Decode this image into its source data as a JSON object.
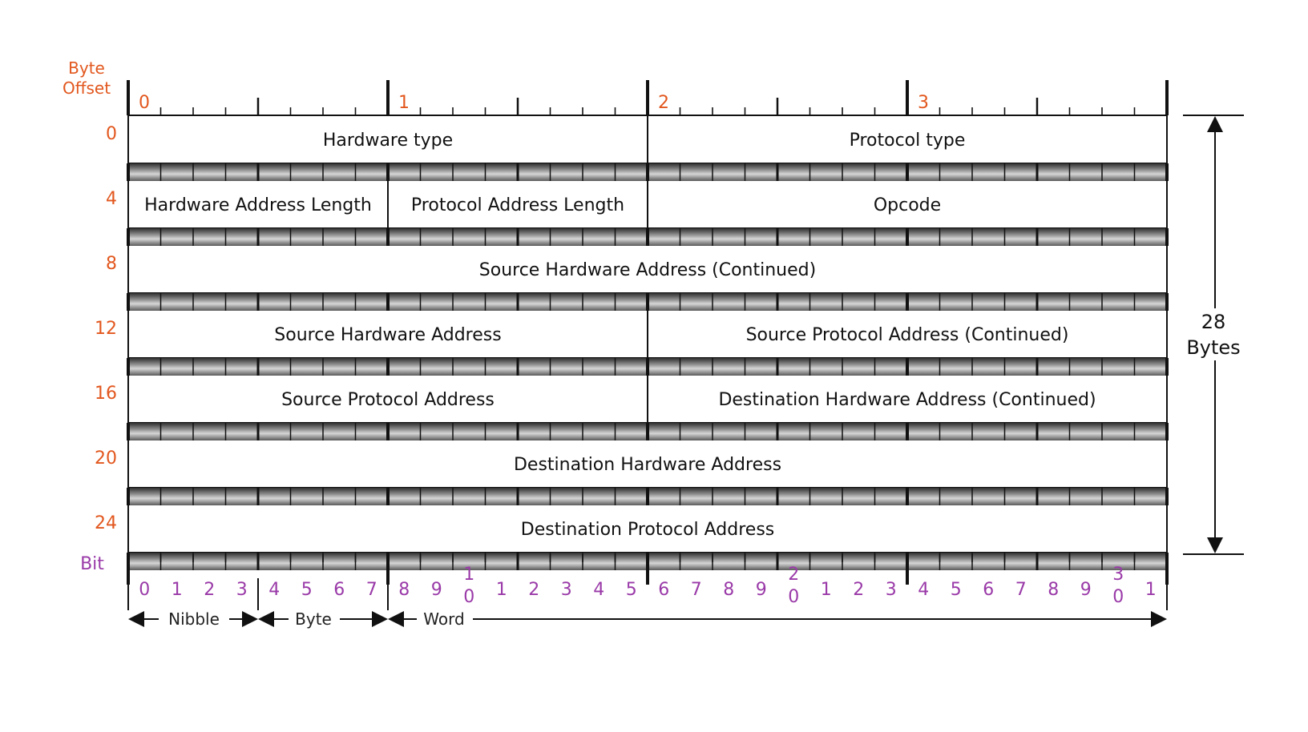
{
  "colors": {
    "offset": "#e2571e",
    "bit": "#9a3aa8",
    "line": "#111111",
    "separator_dark": "#3a3a3a",
    "separator_light": "#c8c8c8"
  },
  "header": {
    "byte_offset_line1": "Byte",
    "byte_offset_line2": "Offset",
    "byte_labels": [
      "0",
      "1",
      "2",
      "3"
    ]
  },
  "rows": [
    {
      "offset": "0",
      "fields": [
        {
          "label": "Hardware type",
          "bits": 16
        },
        {
          "label": "Protocol type",
          "bits": 16
        }
      ]
    },
    {
      "offset": "4",
      "fields": [
        {
          "label": "Hardware Address Length",
          "bits": 8
        },
        {
          "label": "Protocol Address Length",
          "bits": 8
        },
        {
          "label": "Opcode",
          "bits": 16
        }
      ]
    },
    {
      "offset": "8",
      "fields": [
        {
          "label": "Source Hardware Address (Continued)",
          "bits": 32
        }
      ]
    },
    {
      "offset": "12",
      "fields": [
        {
          "label": "Source Hardware Address",
          "bits": 16
        },
        {
          "label": "Source Protocol Address (Continued)",
          "bits": 16
        }
      ]
    },
    {
      "offset": "16",
      "fields": [
        {
          "label": "Source Protocol Address",
          "bits": 16
        },
        {
          "label": "Destination Hardware Address (Continued)",
          "bits": 16
        }
      ]
    },
    {
      "offset": "20",
      "fields": [
        {
          "label": "Destination Hardware Address",
          "bits": 32
        }
      ]
    },
    {
      "offset": "24",
      "fields": [
        {
          "label": "Destination Protocol Address",
          "bits": 32
        }
      ]
    }
  ],
  "footer": {
    "bit_label": "Bit",
    "bit_numbers": [
      {
        "top": "",
        "bottom": "0"
      },
      {
        "top": "",
        "bottom": "1"
      },
      {
        "top": "",
        "bottom": "2"
      },
      {
        "top": "",
        "bottom": "3"
      },
      {
        "top": "",
        "bottom": "4"
      },
      {
        "top": "",
        "bottom": "5"
      },
      {
        "top": "",
        "bottom": "6"
      },
      {
        "top": "",
        "bottom": "7"
      },
      {
        "top": "",
        "bottom": "8"
      },
      {
        "top": "",
        "bottom": "9"
      },
      {
        "top": "1",
        "bottom": "0"
      },
      {
        "top": "",
        "bottom": "1"
      },
      {
        "top": "",
        "bottom": "2"
      },
      {
        "top": "",
        "bottom": "3"
      },
      {
        "top": "",
        "bottom": "4"
      },
      {
        "top": "",
        "bottom": "5"
      },
      {
        "top": "",
        "bottom": "6"
      },
      {
        "top": "",
        "bottom": "7"
      },
      {
        "top": "",
        "bottom": "8"
      },
      {
        "top": "",
        "bottom": "9"
      },
      {
        "top": "2",
        "bottom": "0"
      },
      {
        "top": "",
        "bottom": "1"
      },
      {
        "top": "",
        "bottom": "2"
      },
      {
        "top": "",
        "bottom": "3"
      },
      {
        "top": "",
        "bottom": "4"
      },
      {
        "top": "",
        "bottom": "5"
      },
      {
        "top": "",
        "bottom": "6"
      },
      {
        "top": "",
        "bottom": "7"
      },
      {
        "top": "",
        "bottom": "8"
      },
      {
        "top": "",
        "bottom": "9"
      },
      {
        "top": "3",
        "bottom": "0"
      },
      {
        "top": "",
        "bottom": "1"
      }
    ],
    "nibble_label": "Nibble",
    "byte_label": "Byte",
    "word_label": "Word"
  },
  "total": {
    "line1": "28",
    "line2": "Bytes"
  }
}
